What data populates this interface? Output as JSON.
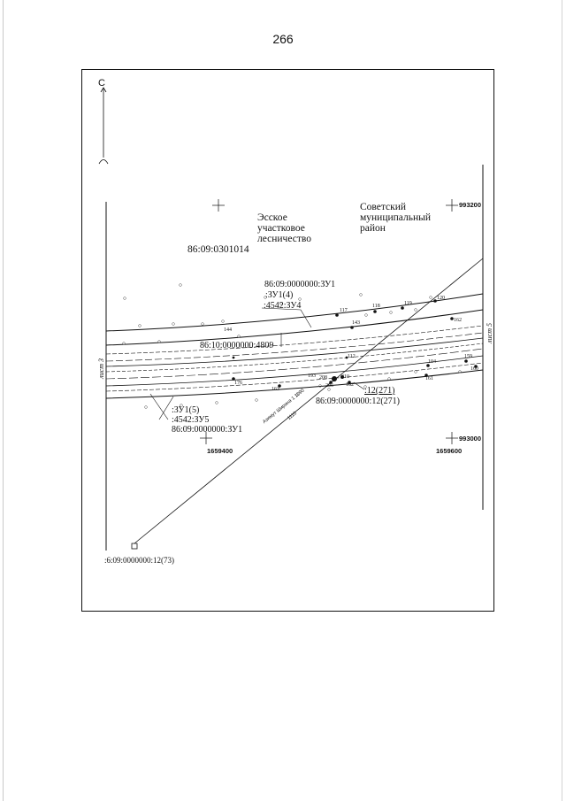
{
  "page": {
    "number": "266"
  },
  "compass": {
    "north_letter": "С"
  },
  "labels": {
    "forestry": "Эсское\nучастковое\nлесничество",
    "district": "Советский\nмуниципальный\nрайон",
    "quarter": "86:09:0301014",
    "zu_top_line1": "86:09:0000000:ЗУ1",
    "zu_top_line2": ":ЗУ1(4)",
    "zu_top_line3": ":4542:ЗУ4",
    "zu_mid": "86:10:0000000:4809",
    "zu_bottom_line1": ":ЗУ1(5)",
    "zu_bottom_line2": ":4542:ЗУ5",
    "zu_bottom_line3": "86:09:0000000:ЗУ1",
    "zu_right1": ":12(271)",
    "zu_right2": "86:09:0000000:12(271)",
    "zu_corner": ":6:09:0000000:12(73)",
    "sheet_left": "лист 3",
    "sheet_right": "лист 5",
    "line_label": "Азимут Ширина 1 1090",
    "line_label2": "1110"
  },
  "coordinates": {
    "c993200": "993200",
    "c993000": "993000",
    "c1659400": "1659400",
    "c1659600": "1659600"
  },
  "points": {
    "p117": "117",
    "p118": "118",
    "p119": "119",
    "p120": "120",
    "p143": "143",
    "p144": "144",
    "p162": "162",
    "p104": "104",
    "p159": "159",
    "p160": "160",
    "p161": "161",
    "p193": "193",
    "p208": "208",
    "p210": "210",
    "p205": "205",
    "p182": "182",
    "p163": "163",
    "p176": "176",
    "p112": "112"
  }
}
